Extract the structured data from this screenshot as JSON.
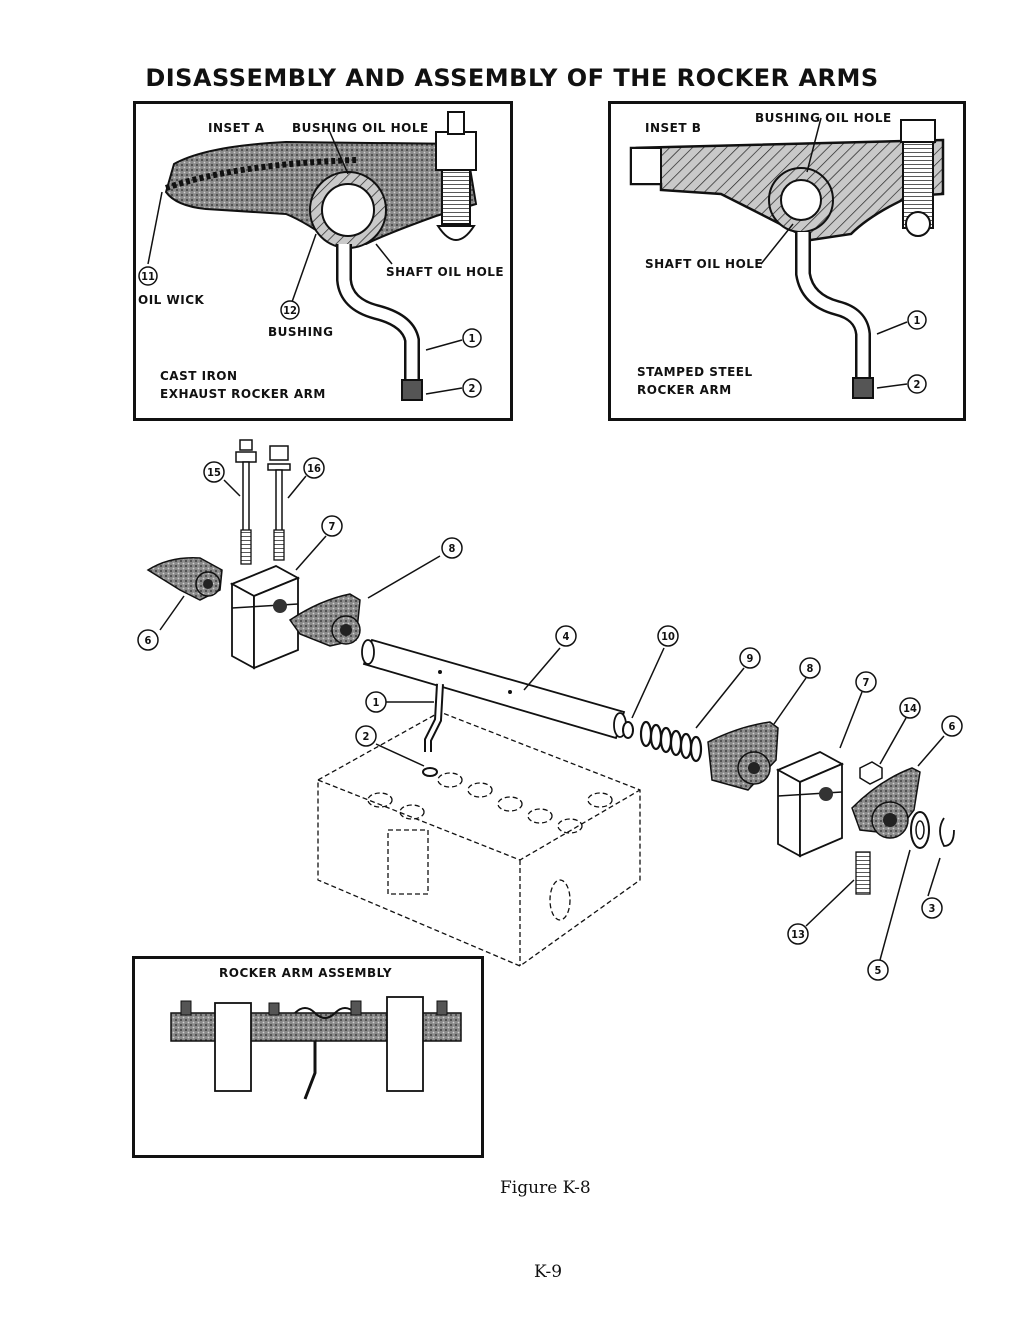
{
  "title": "DISASSEMBLY AND ASSEMBLY OF THE ROCKER ARMS",
  "inset_a": {
    "heading": "INSET A",
    "bushing_oil_hole": "BUSHING OIL HOLE",
    "shaft_oil_hole": "SHAFT OIL HOLE",
    "oil_wick": "OIL WICK",
    "bushing": "BUSHING",
    "desc_line1": "CAST IRON",
    "desc_line2": "EXHAUST ROCKER ARM",
    "callouts": [
      "11",
      "12",
      "1",
      "2"
    ]
  },
  "inset_b": {
    "heading": "INSET B",
    "bushing_oil_hole": "BUSHING OIL HOLE",
    "shaft_oil_hole": "SHAFT OIL HOLE",
    "desc_line1": "STAMPED STEEL",
    "desc_line2": "ROCKER ARM",
    "callouts": [
      "1",
      "2"
    ]
  },
  "exploded_callouts": [
    "15",
    "16",
    "7",
    "8",
    "6",
    "4",
    "10",
    "9",
    "8",
    "7",
    "14",
    "6",
    "1",
    "2",
    "13",
    "3",
    "5"
  ],
  "assembly_inset": {
    "heading": "ROCKER ARM ASSEMBLY"
  },
  "caption": "Figure K-8",
  "page_number": "K-9",
  "colors": {
    "ink": "#111111",
    "stipple": "#6e6e6e",
    "paper": "#ffffff"
  }
}
